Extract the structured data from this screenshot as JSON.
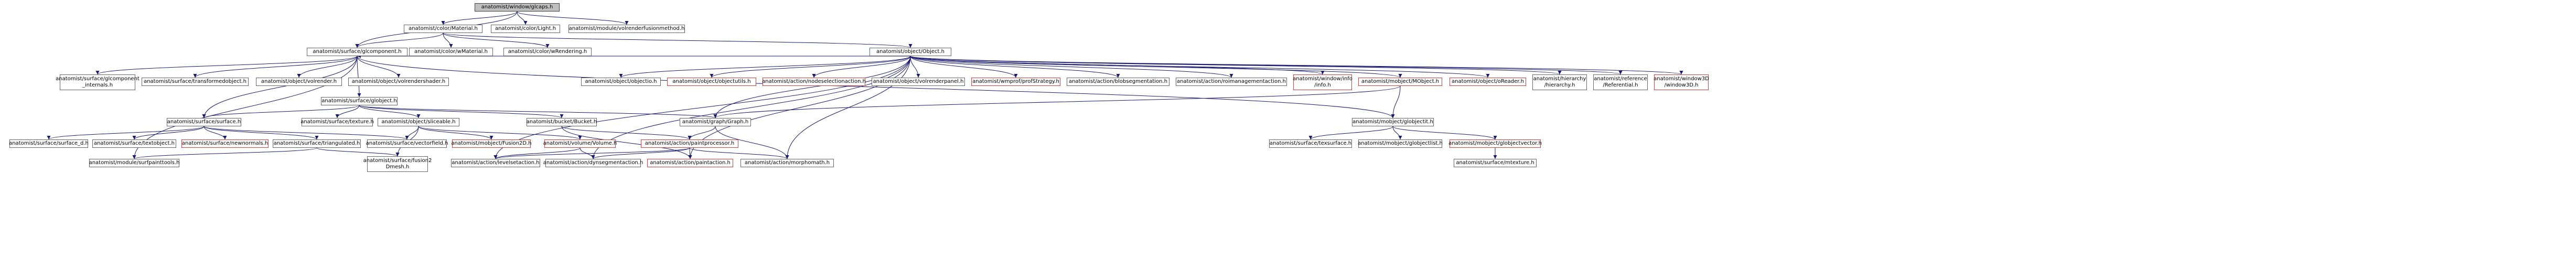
{
  "nodes": {
    "glcaps": "anatomist/window/glcaps.h",
    "glcomponent": "anatomist/surface/glcomponent.h",
    "material": "anatomist/color/Material.h",
    "light": "anatomist/color/Light.h",
    "volrenderfusion": "anatomist/module/volrenderfusionmethod.h",
    "gl_internals": "anatomist/surface/glcomponent\n_internals.h",
    "transformedobject": "anatomist/surface/transformedobject.h",
    "volrender": "anatomist/object/volrender.h",
    "volrendershader": "anatomist/object/volrendershader.h",
    "globject": "anatomist/surface/globject.h",
    "surface": "anatomist/surface/surface.h",
    "surface_d": "anatomist/surface/surface_d.h",
    "textobject": "anatomist/surface/textobject.h",
    "newnormals": "anatomist/surface/newnormals.h",
    "triangulated": "anatomist/surface/triangulated.h",
    "surfpainttools": "anatomist/module/surfpainttools.h",
    "texture": "anatomist/surface/texture.h",
    "sliceable": "anatomist/object/sliceable.h",
    "vectorfield": "anatomist/surface/vectorfield.h",
    "fusion2d": "anatomist/mobject/Fusion2D.h",
    "fusion2dmesh": "anatomist/surface/fusion2\nDmesh.h",
    "volume": "anatomist/volume/Volume.h",
    "bucket": "anatomist/bucket/Bucket.h",
    "agraph": "anatomist/graph/Graph.h",
    "aemat": "anatomist/color/wMaterial.h",
    "rendering": "anatomist/color/wRendering.h",
    "aobject": "anatomist/object/Object.h",
    "objectio": "anatomist/object/objectio.h",
    "objectutils": "anatomist/object/objectutils.h",
    "nodeselection": "anatomist/action/nodeselectionaction.h",
    "volrenderpanel": "anatomist/object/volrenderpanel.h",
    "profstrategy": "anatomist/wmprof/profStrategy.h",
    "blobseg": "anatomist/action/blobsegmentation.h",
    "roimanagement": "anatomist/action/roimanagementaction.h",
    "wininfo": "anatomist/window/info\n/info.h",
    "mobject": "anatomist/mobject/MObject.h",
    "oreader": "anatomist/object/oReader.h",
    "hierarchy": "anatomist/hierarchy\n/hierarchy.h",
    "referential": "anatomist/reference\n/Referential.h",
    "window3d": "anatomist/window3D\n/window3D.h",
    "glmobject": "anatomist/mobject/globjectit.h",
    "texsurface": "anatomist/surface/texsurface.h",
    "globjectlist": "anatomist/mobject/globjectlist.h",
    "globjectvector": "anatomist/mobject/globjectvector.h",
    "mtexture": "anatomist/surface/mtexture.h",
    "paintprocessor": "anatomist/action/paintprocessor.h",
    "levelset": "anatomist/action/levelsetaction.h",
    "dynsegment": "anatomist/action/dynsegmentaction.h",
    "paintaction": "anatomist/action/paintaction.h",
    "morphomath": "anatomist/action/morphomath.h"
  },
  "nodeStyles": {
    "root": [
      "glcaps"
    ],
    "red": [
      "newnormals",
      "fusion2d",
      "volume",
      "objectutils",
      "nodeselection",
      "profstrategy",
      "wininfo",
      "mobject",
      "oreader",
      "window3d",
      "globjectvector",
      "paintprocessor",
      "paintaction"
    ]
  },
  "edges": [
    [
      "glcaps",
      "glcomponent"
    ],
    [
      "glcaps",
      "material"
    ],
    [
      "glcaps",
      "light"
    ],
    [
      "glcaps",
      "volrenderfusion"
    ],
    [
      "material",
      "glcomponent"
    ],
    [
      "material",
      "aemat"
    ],
    [
      "material",
      "rendering"
    ],
    [
      "material",
      "aobject"
    ],
    [
      "glcomponent",
      "gl_internals"
    ],
    [
      "glcomponent",
      "transformedobject"
    ],
    [
      "glcomponent",
      "volrender"
    ],
    [
      "glcomponent",
      "volrendershader"
    ],
    [
      "glcomponent",
      "globject"
    ],
    [
      "glcomponent",
      "surface"
    ],
    [
      "glcomponent",
      "surfpainttools"
    ],
    [
      "glcomponent",
      "glmobject"
    ],
    [
      "globject",
      "surface"
    ],
    [
      "globject",
      "texture"
    ],
    [
      "globject",
      "sliceable"
    ],
    [
      "globject",
      "bucket"
    ],
    [
      "globject",
      "agraph"
    ],
    [
      "surface",
      "surface_d"
    ],
    [
      "surface",
      "textobject"
    ],
    [
      "surface",
      "newnormals"
    ],
    [
      "surface",
      "triangulated"
    ],
    [
      "surface",
      "vectorfield"
    ],
    [
      "triangulated",
      "surfpainttools"
    ],
    [
      "triangulated",
      "fusion2dmesh"
    ],
    [
      "sliceable",
      "vectorfield"
    ],
    [
      "sliceable",
      "fusion2d"
    ],
    [
      "sliceable",
      "fusion2dmesh"
    ],
    [
      "sliceable",
      "volume"
    ],
    [
      "volume",
      "levelset"
    ],
    [
      "volume",
      "dynsegment"
    ],
    [
      "bucket",
      "paintprocessor"
    ],
    [
      "bucket",
      "paintaction"
    ],
    [
      "agraph",
      "paintprocessor"
    ],
    [
      "agraph",
      "morphomath"
    ],
    [
      "aobject",
      "glcomponent"
    ],
    [
      "aobject",
      "objectio"
    ],
    [
      "aobject",
      "objectutils"
    ],
    [
      "aobject",
      "nodeselection"
    ],
    [
      "aobject",
      "volrenderpanel"
    ],
    [
      "aobject",
      "profstrategy"
    ],
    [
      "aobject",
      "blobseg"
    ],
    [
      "aobject",
      "roimanagement"
    ],
    [
      "aobject",
      "wininfo"
    ],
    [
      "aobject",
      "mobject"
    ],
    [
      "aobject",
      "oreader"
    ],
    [
      "aobject",
      "hierarchy"
    ],
    [
      "aobject",
      "referential"
    ],
    [
      "aobject",
      "window3d"
    ],
    [
      "aobject",
      "levelset"
    ],
    [
      "aobject",
      "dynsegment"
    ],
    [
      "aobject",
      "paintaction"
    ],
    [
      "aobject",
      "morphomath"
    ],
    [
      "aobject",
      "agraph"
    ],
    [
      "mobject",
      "glmobject"
    ],
    [
      "mobject",
      "agraph"
    ],
    [
      "glmobject",
      "texsurface"
    ],
    [
      "glmobject",
      "globjectlist"
    ],
    [
      "glmobject",
      "globjectvector"
    ],
    [
      "globjectvector",
      "mtexture"
    ],
    [
      "paintprocessor",
      "levelset"
    ],
    [
      "paintprocessor",
      "dynsegment"
    ],
    [
      "paintprocessor",
      "paintaction"
    ],
    [
      "paintprocessor",
      "morphomath"
    ]
  ],
  "colors": {
    "edge": "#191970",
    "border": "#666666",
    "red_border": "#e13a3a",
    "root_fill": "#bfbfbf"
  }
}
